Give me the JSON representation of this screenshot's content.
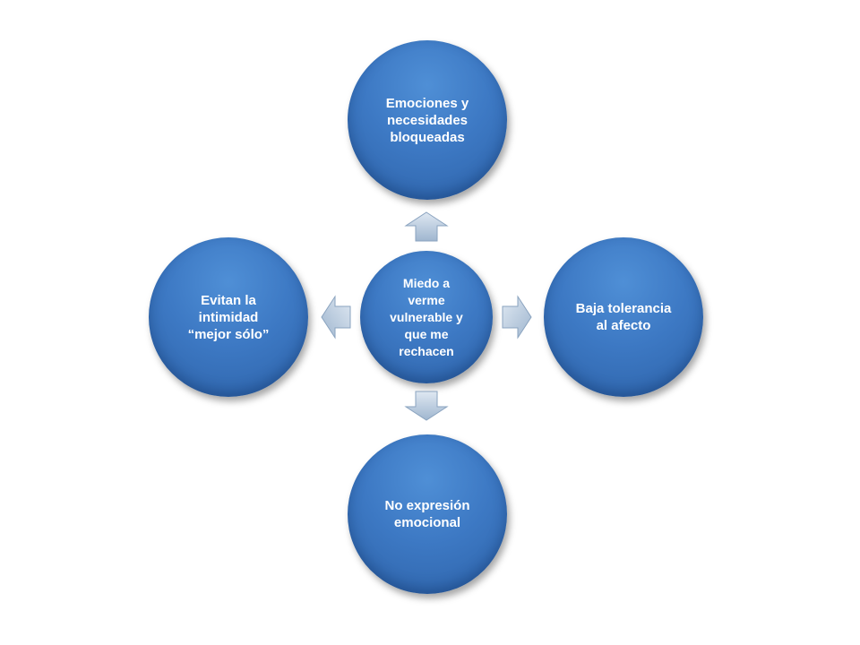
{
  "diagram": {
    "center": {
      "label": "Miedo a\nverme\nvulnerable y\nque me\nrechacen"
    },
    "top": {
      "label": "Emociones y\nnecesidades\nbloqueadas"
    },
    "right": {
      "label": "Baja tolerancia\nal afecto"
    },
    "bottom": {
      "label": "No expresión\nemocional"
    },
    "left": {
      "label": "Evitan la\nintimidad\n“mejor sólo”"
    }
  },
  "colors": {
    "circle_fill": "#3d79c4",
    "arrow_fill": "#b9cce0",
    "label_text": "#ffffff"
  }
}
